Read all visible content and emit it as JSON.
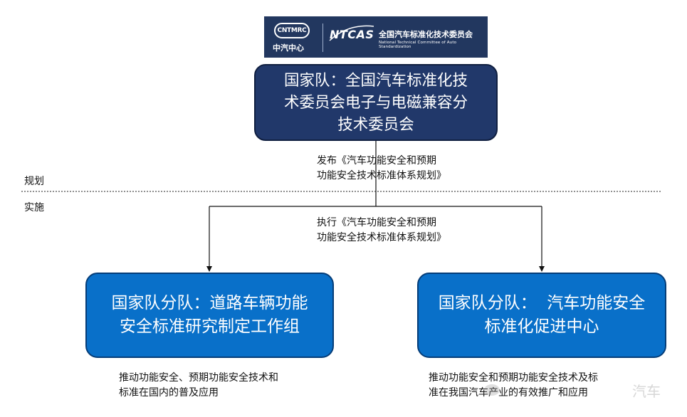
{
  "logo": {
    "circle_text": "CNTMRC",
    "left_text": "中汽中心",
    "ntcas": "NTCAS",
    "cn_title": "全国汽车标准化技术委员会",
    "en_title": "National Technical Committee of Auto Standardization",
    "bg_color": "#22375f"
  },
  "top_box": {
    "line1": "国家队：全国汽车标准化技",
    "line2": "术委员会电子与电磁兼容分",
    "line3": "技术委员会",
    "color": "#21386a"
  },
  "publish": {
    "line1": "发布《汽车功能安全和预期",
    "line2": "功能安全技术标准体系规划》"
  },
  "phases": {
    "plan": "规划",
    "implement": "实施"
  },
  "execute": {
    "line1": "执行《汽车功能安全和预期",
    "line2": "功能安全技术标准体系规划》"
  },
  "left_box": {
    "line1": "国家队分队：道路车辆功能",
    "line2": "安全标准研究制定工作组",
    "color": "#0970c9"
  },
  "right_box": {
    "line1": "国家队分队：  汽车功能安全",
    "line2": "标准化促进中心",
    "color": "#0970c9"
  },
  "left_desc": {
    "line1": "推动功能安全、预期功能安全技术和",
    "line2": "标准在国内的普及应用"
  },
  "right_desc": {
    "line1": "推动功能安全和预期功能安全技术及标",
    "line2": "准在我国汽车产业的有效推广和应用"
  },
  "watermark": {
    "text": "汽车"
  }
}
